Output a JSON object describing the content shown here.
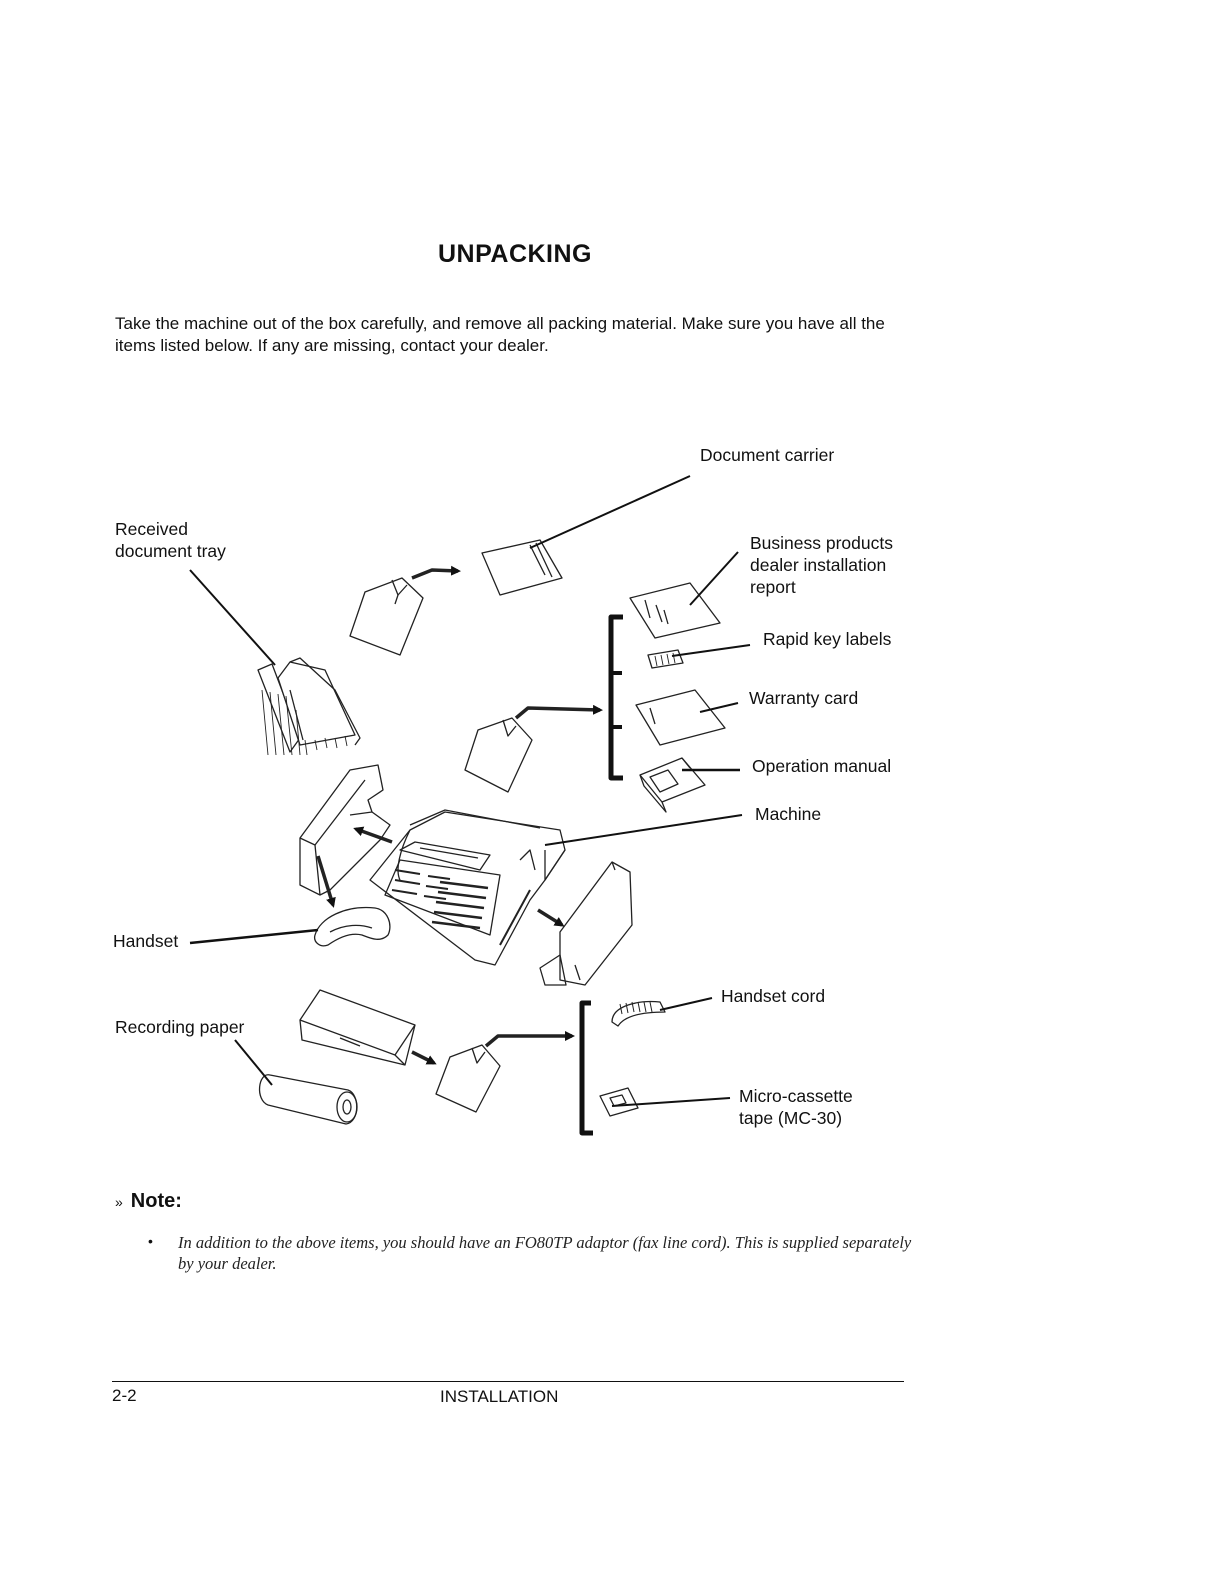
{
  "page": {
    "title": "UNPACKING",
    "intro": "Take the machine out of the box carefully, and remove all packing material. Make sure you have all the items listed below. If any are missing, contact your dealer."
  },
  "diagram": {
    "labels": {
      "document_carrier": "Document carrier",
      "received_tray_1": "Received",
      "received_tray_2": "document tray",
      "dealer_report_1": "Business products",
      "dealer_report_2": "dealer installation",
      "dealer_report_3": "report",
      "rapid_key_labels": "Rapid key labels",
      "warranty_card": "Warranty card",
      "operation_manual": "Operation manual",
      "machine": "Machine",
      "handset": "Handset",
      "handset_cord": "Handset cord",
      "recording_paper": "Recording paper",
      "micro_cassette_1": "Micro-cassette",
      "micro_cassette_2": "tape (MC-30)"
    }
  },
  "note": {
    "heading": "Note:",
    "bullet": "•",
    "text": "In addition to the above items, you should have an FO80TP adaptor (fax line cord). This is supplied separately by your dealer."
  },
  "footer": {
    "page_number": "2-2",
    "section": "INSTALLATION"
  }
}
